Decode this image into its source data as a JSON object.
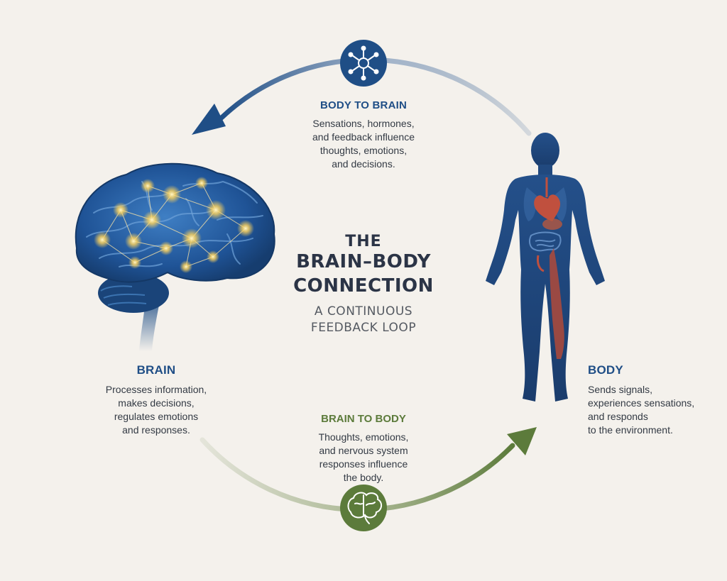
{
  "title": {
    "the": "THE",
    "main": [
      "BRAIN–BODY",
      "CONNECTION"
    ]
  },
  "subtitle": [
    "A CONTINUOUS",
    "FEEDBACK LOOP"
  ],
  "body_to_brain": {
    "heading": "BODY TO BRAIN",
    "lines": [
      "Sensations, hormones,",
      "and feedback influence",
      "thoughts, emotions,",
      "and decisions."
    ],
    "icon": "network-icon"
  },
  "brain": {
    "heading": "BRAIN",
    "lines": [
      "Processes information,",
      "makes decisions,",
      "regulates emotions",
      "and responses."
    ],
    "icon": "brain-illustration"
  },
  "brain_to_body": {
    "heading": "BRAIN TO BODY",
    "lines": [
      "Thoughts, emotions,",
      "and nervous system",
      "responses influence",
      "the body."
    ],
    "icon": "brain-outline-icon"
  },
  "body": {
    "heading": "BODY",
    "lines": [
      "Sends signals,",
      "experiences sensations,",
      "and responds",
      "to the environment."
    ],
    "icon": "human-body-illustration"
  },
  "colors": {
    "background": "#f4f1ec",
    "blue": "#1f4e86",
    "green": "#5c7b3b",
    "organ_red": "#c0503e"
  }
}
